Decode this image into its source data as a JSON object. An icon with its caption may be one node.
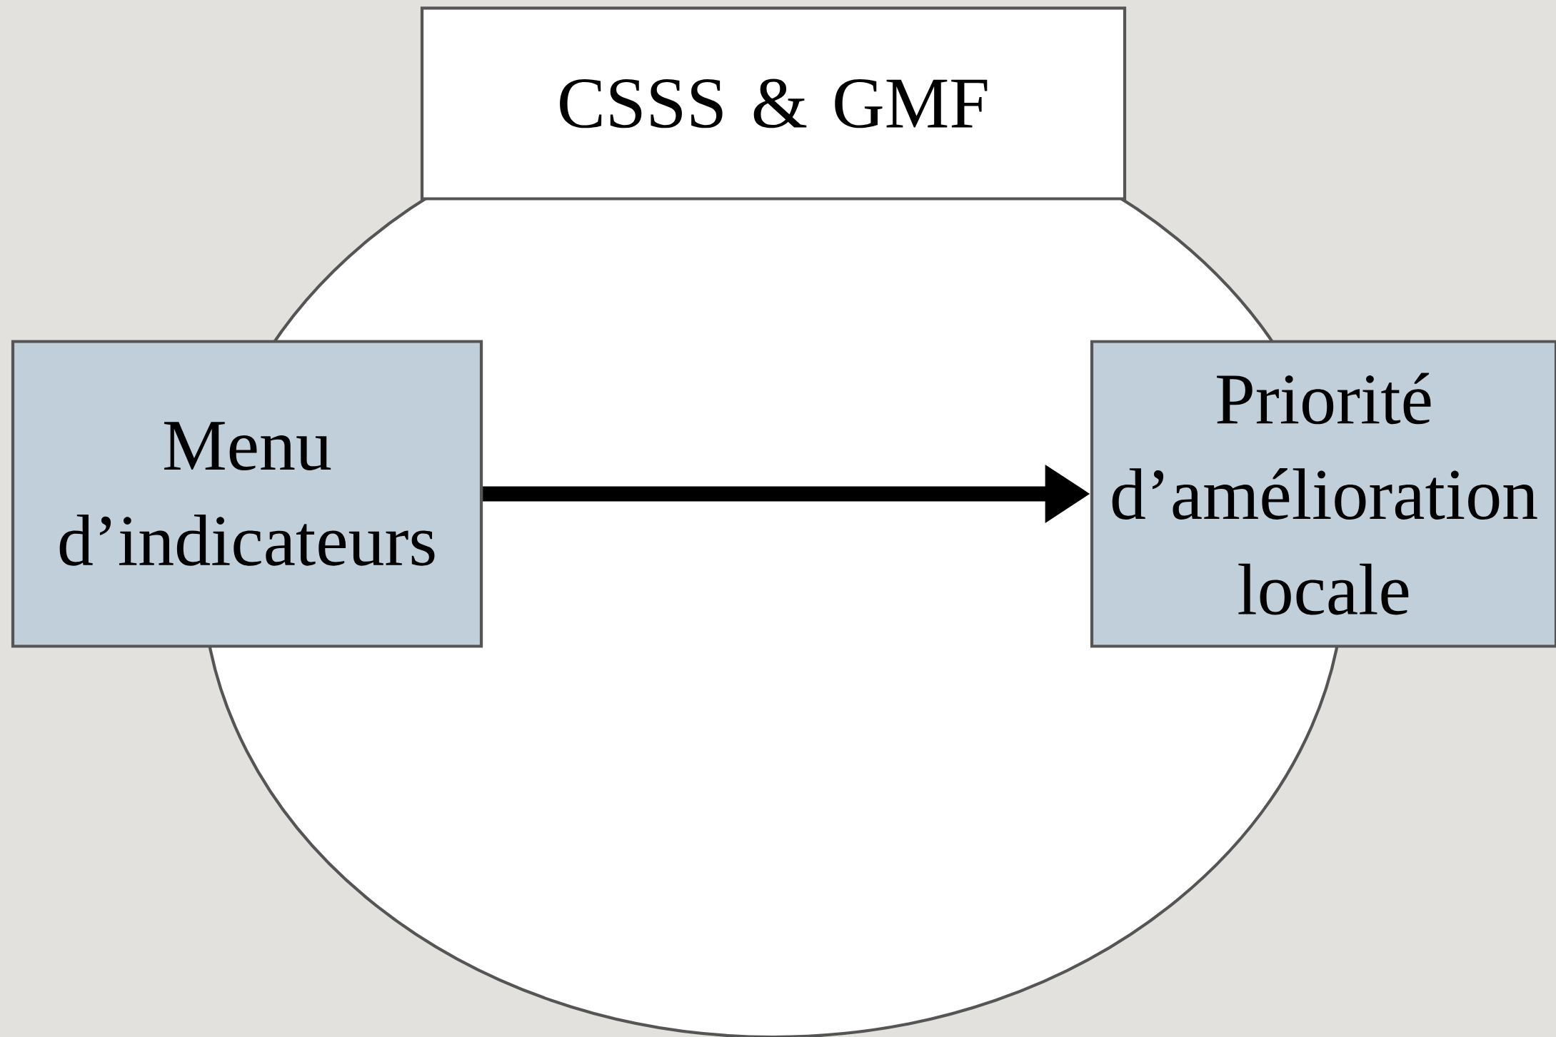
{
  "diagram": {
    "nodes": [
      {
        "text": [
          "CSSS & GMF"
        ]
      },
      {
        "text": [
          "Menu d’indicateurs"
        ]
      },
      {
        "text": [
          "Priorité d’amélioration locale"
        ]
      }
    ],
    "edges": [
      {
        "from": 1,
        "to": 2,
        "arrow": "to"
      }
    ]
  }
}
